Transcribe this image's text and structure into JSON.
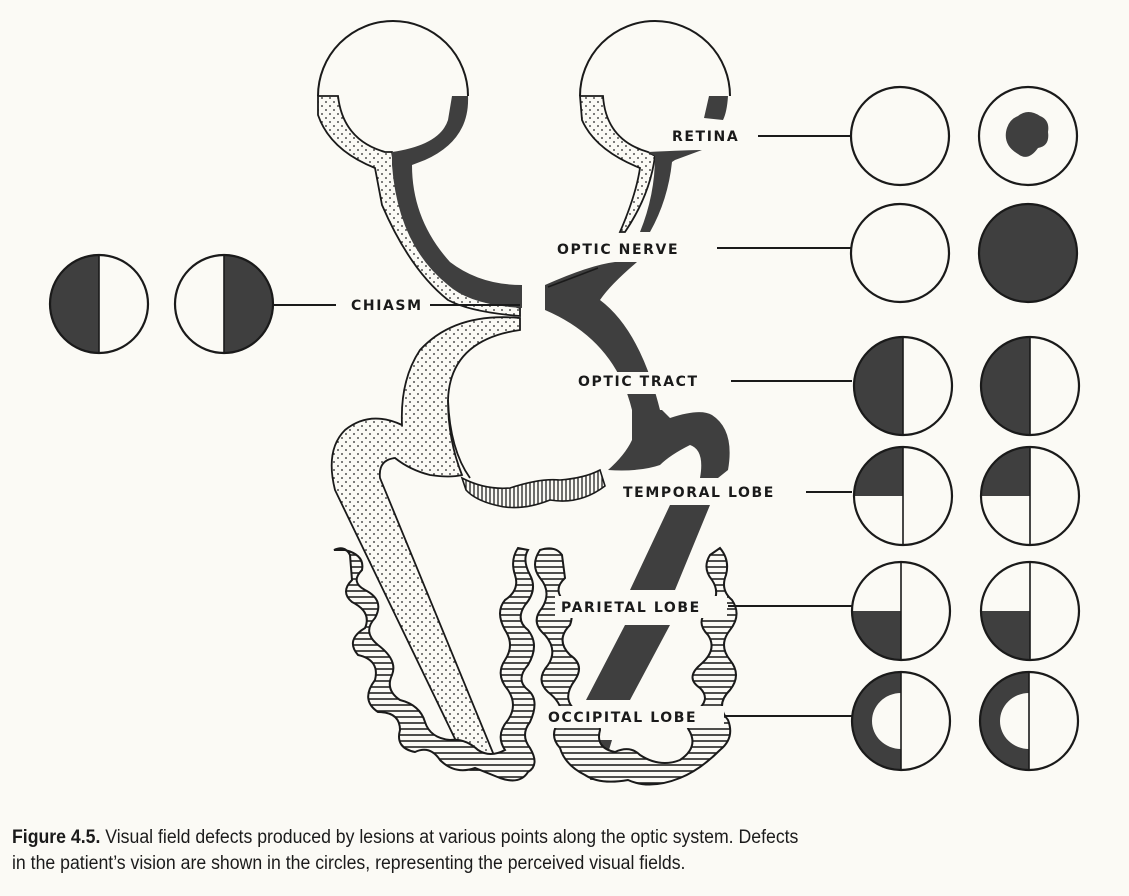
{
  "figure": {
    "labels": {
      "retina": "RETINA",
      "optic_nerve": "OPTIC NERVE",
      "chiasm": "CHIASM",
      "optic_tract": "OPTIC TRACT",
      "temporal_lobe": "TEMPORAL LOBE",
      "parietal_lobe": "PARIETAL LOBE",
      "occipital_lobe": "OCCIPITAL LOBE"
    },
    "visual_fields": [
      {
        "lesion": "retina",
        "left_eye": "normal",
        "right_eye": "central-scotoma"
      },
      {
        "lesion": "optic_nerve",
        "left_eye": "normal",
        "right_eye": "complete-blindness"
      },
      {
        "lesion": "chiasm",
        "left_eye": "temporal-hemianopia-left",
        "right_eye": "temporal-hemianopia-right"
      },
      {
        "lesion": "optic_tract",
        "left_eye": "left-hemianopia",
        "right_eye": "left-hemianopia"
      },
      {
        "lesion": "temporal_lobe",
        "left_eye": "upper-left-quadrantanopia",
        "right_eye": "upper-left-quadrantanopia"
      },
      {
        "lesion": "parietal_lobe",
        "left_eye": "lower-left-quadrantanopia",
        "right_eye": "lower-left-quadrantanopia"
      },
      {
        "lesion": "occipital_lobe",
        "left_eye": "left-hemianopia-macular-sparing",
        "right_eye": "left-hemianopia-macular-sparing"
      }
    ],
    "colors": {
      "ink": "#1a1a1a",
      "defect_fill": "#3f3f3f",
      "paper": "#fbfaf5"
    }
  },
  "caption": {
    "figure_number": "Figure 4.5.",
    "text_line1": " Visual field defects produced by lesions at various points along the optic system. Defects",
    "text_line2": "in the patient’s vision are shown in the circles, representing the perceived visual fields."
  }
}
